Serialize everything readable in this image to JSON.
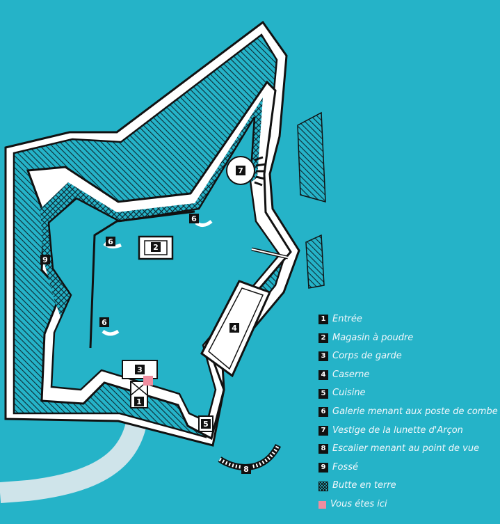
{
  "colors": {
    "water": "#25b3c8",
    "wall": "#ffffff",
    "outline": "#111111",
    "path": "#cfe4ea",
    "here": "#f08da0"
  },
  "map_numbers": {
    "n1": "1",
    "n2": "2",
    "n3": "3",
    "n4": "4",
    "n5": "5",
    "n6": "6",
    "n7": "7",
    "n8": "8",
    "n9": "9"
  },
  "legend": {
    "items": [
      {
        "num": "1",
        "label": "Entrée"
      },
      {
        "num": "2",
        "label": "Magasin à poudre"
      },
      {
        "num": "3",
        "label": "Corps de garde"
      },
      {
        "num": "4",
        "label": "Caserne"
      },
      {
        "num": "5",
        "label": "Cuisine"
      },
      {
        "num": "6",
        "label": "Galerie menant aux poste de combe"
      },
      {
        "num": "7",
        "label": "Vestige de la lunette d'Arçon"
      },
      {
        "num": "8",
        "label": "Escalier menant au point de vue"
      },
      {
        "num": "9",
        "label": "Fossé"
      }
    ],
    "butte_label": "Butte en terre",
    "here_label": "Vous étes ici"
  }
}
